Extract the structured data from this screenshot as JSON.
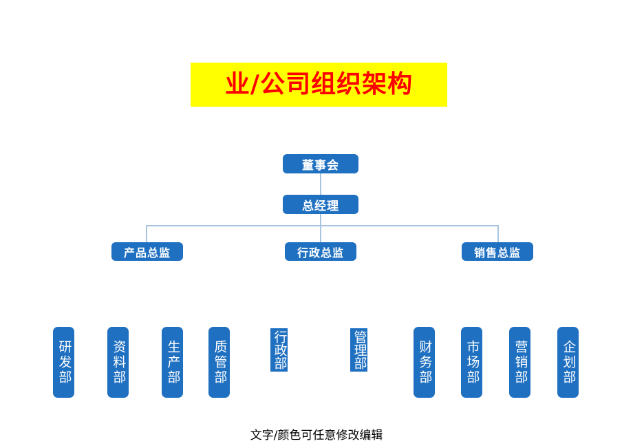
{
  "title": {
    "text": "业/公司组织架构",
    "text_color": "#ff0000",
    "background_color": "#ffff00"
  },
  "theme": {
    "node_fill": "#1f70c1",
    "node_text": "#ffffff",
    "connector": "#a8c4de",
    "page_background": "#ffffff"
  },
  "chart": {
    "type": "org-chart",
    "levels": [
      {
        "level": 1,
        "nodes": [
          {
            "label": "董事会"
          }
        ]
      },
      {
        "level": 2,
        "nodes": [
          {
            "label": "总经理"
          }
        ]
      },
      {
        "level": 3,
        "nodes": [
          {
            "label": "产品总监"
          },
          {
            "label": "行政总监"
          },
          {
            "label": "销售总监"
          }
        ]
      },
      {
        "level": 4,
        "nodes": [
          {
            "label": "研发部"
          },
          {
            "label": "资料部"
          },
          {
            "label": "生产部"
          },
          {
            "label": "质管部"
          },
          {
            "label": "行政部"
          },
          {
            "label": "管理部"
          },
          {
            "label": "财务部"
          },
          {
            "label": "市场部"
          },
          {
            "label": "营销部"
          },
          {
            "label": "企划部"
          }
        ]
      }
    ]
  },
  "nodes": {
    "board": "董事会",
    "general_manager": "总经理",
    "director_product": "产品总监",
    "director_admin": "行政总监",
    "director_sales": "销售总监",
    "dept_rd": "研发部",
    "dept_data": "资料部",
    "dept_production": "生产部",
    "dept_quality": "质管部",
    "dept_administration": "行政部",
    "dept_management": "管理部",
    "dept_finance": "财务部",
    "dept_market": "市场部",
    "dept_marketing": "营销部",
    "dept_planning": "企划部"
  },
  "footer": {
    "note": "文字/颜色可任意修改编辑"
  }
}
